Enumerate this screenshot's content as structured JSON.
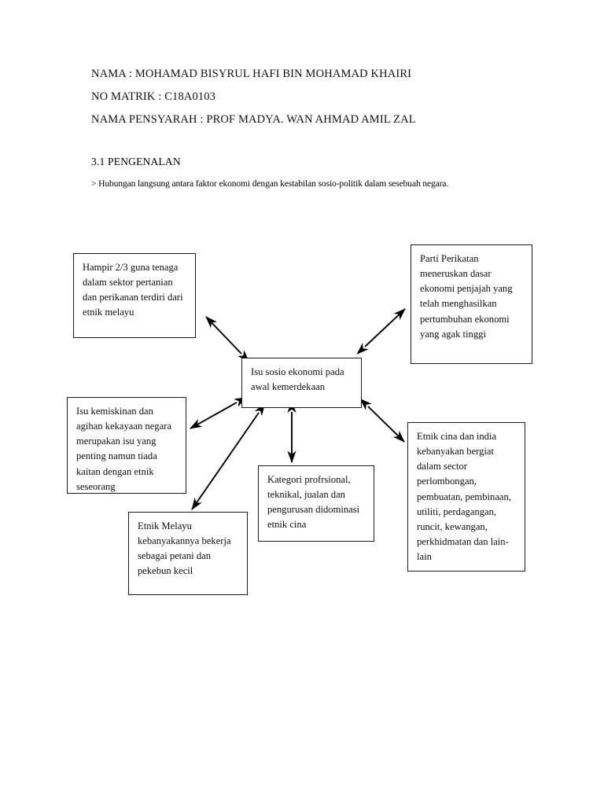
{
  "document": {
    "header": {
      "nama": "NAMA : MOHAMAD BISYRUL HAFI BIN MOHAMAD KHAIRI",
      "no_matrik": "NO MATRIK : C18A0103",
      "nama_pensyarah": "NAMA PENSYARAH : PROF MADYA. WAN AHMAD AMIL ZAL"
    },
    "section": {
      "number_title": "3.1 PENGENALAN",
      "bullet": "> Hubungan langsung antara faktor ekonomi dengan kestabilan sosio-politik dalam sesebuah negara."
    }
  },
  "diagram": {
    "type": "concept-map",
    "center_node": {
      "id": "center",
      "text": "Isu sosio ekonomi pada awal kemerdekaan"
    },
    "nodes": [
      {
        "id": "agri",
        "text": "Hampir 2/3 guna tenaga dalam sektor pertanian dan perikanan terdiri dari etnik melayu"
      },
      {
        "id": "parti",
        "text": "Parti Perikatan meneruskan dasar ekonomi penjajah yang telah menghasilkan pertumbuhan ekonomi yang agak tinggi"
      },
      {
        "id": "poverty",
        "text": "Isu kemiskinan dan agihan kekayaan negara merupakan isu yang penting namun tiada kaitan dengan etnik seseorang"
      },
      {
        "id": "prof",
        "text": "Kategori profrsional, teknikal, jualan dan pengurusan didominasi etnik cina"
      },
      {
        "id": "cina",
        "text": "Etnik cina dan india kebanyakan bergiat dalam sector perlombongan, pembuatan, pembinaan, utiliti, perdagangan, runcit, kewangan, perkhidmatan dan lain-lain"
      },
      {
        "id": "melayu",
        "text": "Etnik Melayu kebanyakannya bekerja sebagai petani dan pekebun kecil"
      }
    ],
    "connectors": [
      {
        "id": "center-agri",
        "from": "center",
        "to": "agri",
        "style": "double-headed"
      },
      {
        "id": "center-parti",
        "from": "center",
        "to": "parti",
        "style": "double-headed"
      },
      {
        "id": "center-poverty",
        "from": "center",
        "to": "poverty",
        "style": "double-headed"
      },
      {
        "id": "center-cina",
        "from": "center",
        "to": "cina",
        "style": "double-headed"
      },
      {
        "id": "center-prof",
        "from": "center",
        "to": "prof",
        "style": "double-headed"
      },
      {
        "id": "center-melayu",
        "from": "center",
        "to": "melayu",
        "style": "double-headed"
      }
    ]
  },
  "colors": {
    "page_background": "#ffffff",
    "text": "#000000",
    "box_border": "#1a1a1a",
    "connector": "#000000"
  }
}
